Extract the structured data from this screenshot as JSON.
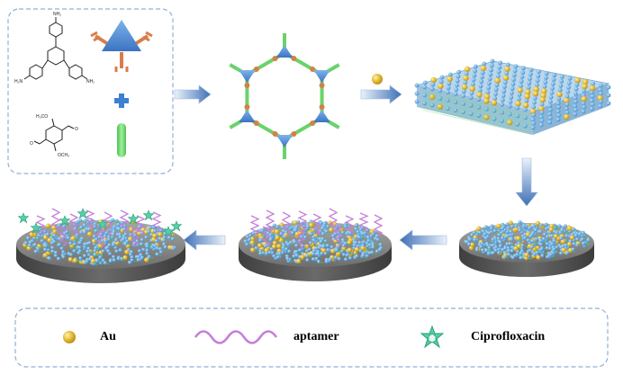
{
  "legend": {
    "items": [
      {
        "label": "Au",
        "icon": "gold-nanoparticle-icon"
      },
      {
        "label": "aptamer",
        "icon": "aptamer-wave-icon"
      },
      {
        "label": "Ciprofloxacin",
        "icon": "ciprofloxacin-star-icon"
      }
    ]
  },
  "colors": {
    "box_border": "#8fb0d6",
    "arrow_light": "#d6e6f7",
    "arrow_dark": "#3f6fb5",
    "triangle": "#4a86d1",
    "linker": "#6ad36a",
    "amine": "#d97d4a",
    "gold": "#e0b531",
    "aptamer": "#c57fd8",
    "ciprofloxacin": "#54cfa6",
    "node": "#5aa8df",
    "disk_top": "#8a8a8a",
    "disk_side": "#505050"
  }
}
